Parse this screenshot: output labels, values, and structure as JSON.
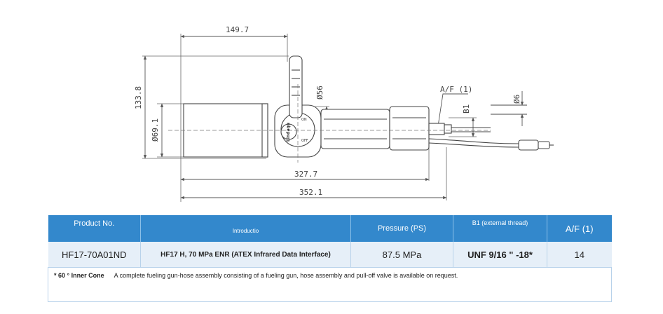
{
  "drawing": {
    "dimensions": {
      "top_length": "149.7",
      "total_height": "133.8",
      "body_diameter": "Ø69.1",
      "nozzle_diameter": "Ø56",
      "across_flats": "A/F (1)",
      "thread": "B1",
      "hose_diameter": "Ø6",
      "inner_length": "327.7",
      "overall_length": "352.1"
    },
    "brand_mark": "Lindaqu",
    "markings": [
      "ON",
      "OFF"
    ]
  },
  "table": {
    "headers": {
      "product": "Product No.",
      "intro": "Introductio",
      "pressure": "Pressure (PS)",
      "b1": "B1 (external thread)",
      "af": "A/F (1)"
    },
    "row": {
      "product": "HF17-70A01ND",
      "intro": "HF17 H, 70 MPa ENR (ATEX Infrared Data Interface)",
      "pressure": "87.5 MPa",
      "b1": "UNF 9/16 \" -18*",
      "af": "14"
    },
    "note": {
      "marker": "* 60 ° Inner Cone",
      "text": "A complete fueling gun-hose assembly consisting of a fueling gun, hose assembly and pull-off valve is available on request."
    }
  },
  "colors": {
    "header_bg": "#3388cc",
    "row_bg": "#e6eff8",
    "line": "#555555"
  }
}
